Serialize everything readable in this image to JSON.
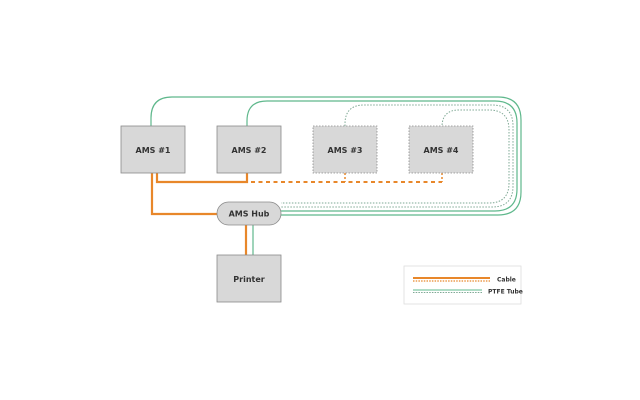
{
  "diagram": {
    "title": "AMS Hub connection diagram",
    "colors": {
      "cable": "#e8872a",
      "tube": "#5fb88c",
      "tube_inactive": "#8a9ea0",
      "box_fill": "#d8d8d8",
      "box_stroke": "#8a8a8a"
    },
    "nodes": {
      "ams1": {
        "label": "AMS #1",
        "status": "connected"
      },
      "ams2": {
        "label": "AMS #2",
        "status": "connected"
      },
      "ams3": {
        "label": "AMS #3",
        "status": "optional"
      },
      "ams4": {
        "label": "AMS #4",
        "status": "optional"
      },
      "hub": {
        "label": "AMS Hub"
      },
      "printer": {
        "label": "Printer"
      }
    },
    "edges": [
      {
        "from": "AMS #1",
        "to": "AMS Hub",
        "type": "cable",
        "style": "solid"
      },
      {
        "from": "AMS #1",
        "to": "AMS #2",
        "type": "cable",
        "style": "solid"
      },
      {
        "from": "AMS #2",
        "to": "AMS #3",
        "type": "cable",
        "style": "dashed"
      },
      {
        "from": "AMS #3",
        "to": "AMS #4",
        "type": "cable",
        "style": "dashed"
      },
      {
        "from": "AMS Hub",
        "to": "Printer",
        "type": "cable",
        "style": "solid"
      },
      {
        "from": "AMS Hub",
        "to": "Printer",
        "type": "ptfe_tube",
        "style": "solid"
      },
      {
        "from": "AMS #1",
        "to": "AMS Hub",
        "type": "ptfe_tube",
        "style": "solid"
      },
      {
        "from": "AMS #2",
        "to": "AMS Hub",
        "type": "ptfe_tube",
        "style": "solid"
      },
      {
        "from": "AMS #3",
        "to": "AMS Hub",
        "type": "ptfe_tube",
        "style": "dotted"
      },
      {
        "from": "AMS #4",
        "to": "AMS Hub",
        "type": "ptfe_tube",
        "style": "dotted"
      }
    ]
  },
  "legend": {
    "cable_label": "Cable",
    "tube_label": "PTFE Tube"
  }
}
